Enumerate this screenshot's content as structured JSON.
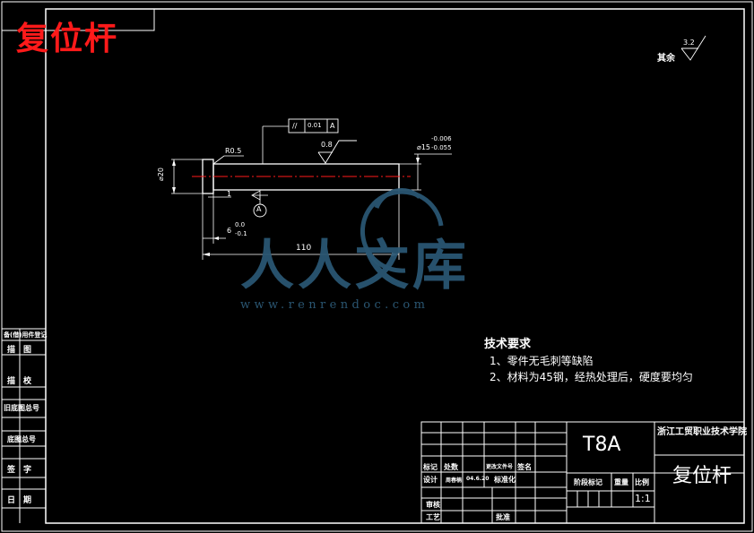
{
  "drawing": {
    "title": "复位杆",
    "watermark_text": "人人文库",
    "watermark_url": "www.renrendoc.com",
    "surface_note_label": "其余",
    "surface_note_value": "3.2",
    "surface_finish_shaft": "0.8",
    "tolerance_symbol": "//",
    "tolerance_value": "0.01",
    "datum": "A",
    "dim_r": "R0.5",
    "dim_dia_head": "⌀20",
    "dim_dia_shaft": "⌀15",
    "dim_dia_shaft_upper": "-0.006",
    "dim_dia_shaft_lower": "-0.055",
    "dim_step": "1",
    "dim_head_len": "6",
    "dim_head_upper": "0.0",
    "dim_head_lower": "-0.1",
    "dim_total": "110"
  },
  "tech_req": {
    "heading": "技术要求",
    "items": [
      "1、零件无毛刺等缺陷",
      "2、材料为45钢，经热处理后，硬度要均匀"
    ]
  },
  "side_labels": [
    "备(借)用件登记",
    "描　图",
    "描　校",
    "旧底图总号",
    "底图总号",
    "签　字",
    "日　期"
  ],
  "title_block": {
    "material": "T8A",
    "school": "浙江工贸职业技术学院",
    "part_name": "复位杆",
    "row_labels": [
      "标记",
      "处数",
      "更改文件号",
      "签名"
    ],
    "design": "设计",
    "designer": "周春楠",
    "date": "04.6.20",
    "standardize": "标准化",
    "review": "审核",
    "process": "工艺",
    "approve": "批准",
    "stage": "阶段标记",
    "weight": "重量",
    "scale_label": "比例",
    "scale": "1:1"
  },
  "colors": {
    "line": "#ffffff",
    "red": "#ff1a1a",
    "watermark": "#2a5672"
  }
}
